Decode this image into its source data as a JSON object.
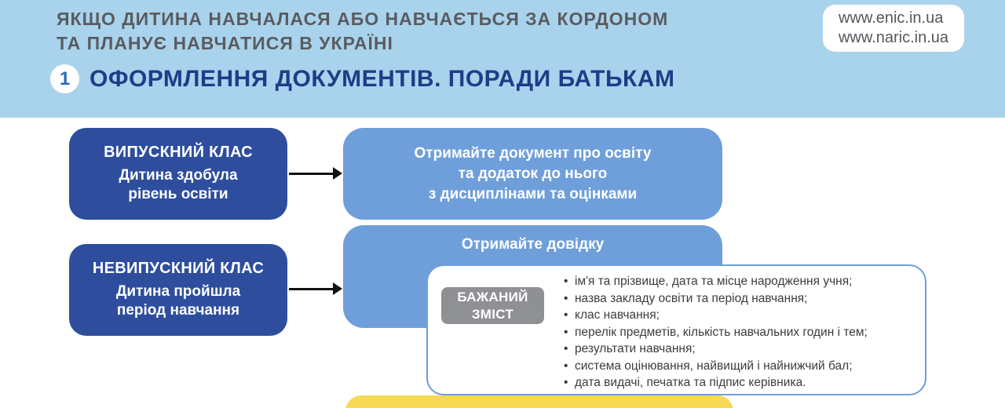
{
  "header": {
    "subtitle_line1": "ЯКЩО ДИТИНА НАВЧАЛАСЯ АБО НАВЧАЄТЬСЯ ЗА КОРДОНОМ",
    "subtitle_line2": "ТА ПЛАНУЄ НАВЧАТИСЯ В УКРАЇНІ",
    "links": {
      "line1": "www.enic.in.ua",
      "line2": "www.naric.in.ua"
    },
    "step_number": "1",
    "title": "ОФОРМЛЕННЯ ДОКУМЕНТІВ. ПОРАДИ БАТЬКАМ"
  },
  "flow": {
    "graduating": {
      "title": "ВИПУСКНИЙ КЛАС",
      "body": "Дитина здобула\nрівень освіти",
      "result": "Отримайте документ про освіту\nта додаток до нього\nз дисциплінами та оцінками"
    },
    "non_graduating": {
      "title": "НЕВИПУСКНИЙ КЛАС",
      "body": "Дитина пройшла\nперіод навчання",
      "result_title": "Отримайте довідку",
      "desired_content_label": "БАЖАНИЙ\nЗМІСТ",
      "items": [
        "ім'я та прізвище, дата та місце народження учня;",
        "назва закладу освіти та період навчання;",
        "клас навчання;",
        "перелік предметів, кількість навчальних годин і тем;",
        "результати навчання;",
        "система оцінювання, найвищий і найнижчий бал;",
        "дата видачі, печатка та підпис керівника."
      ]
    }
  },
  "colors": {
    "header_bg": "#a9d3ec",
    "dark_blue_box": "#2e4e9d",
    "mid_blue_box": "#6f9fda",
    "title_navy": "#1e3d87",
    "gray_label": "#8f9093",
    "yellow_box": "#f6d955"
  }
}
